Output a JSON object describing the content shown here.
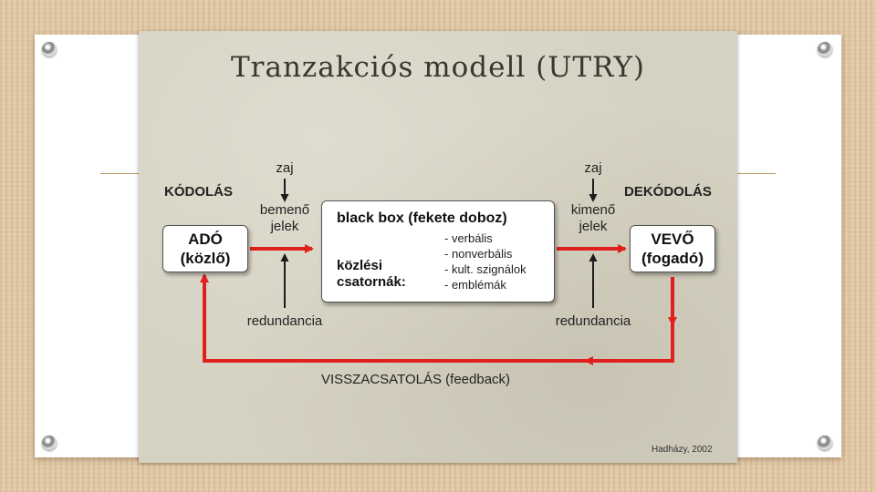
{
  "slide": {
    "title": "Tranzakciós modell (UTRY)",
    "encoding_label": "KÓDOLÁS",
    "decoding_label": "DEKÓDOLÁS",
    "sender": {
      "line1": "ADÓ",
      "line2": "(közlő)"
    },
    "receiver": {
      "line1": "VEVŐ",
      "line2": "(fogadó)"
    },
    "noise_left": "zaj",
    "noise_right": "zaj",
    "input_signals": {
      "line1": "bemenő",
      "line2": "jelek"
    },
    "output_signals": {
      "line1": "kimenő",
      "line2": "jelek"
    },
    "redundancy_left": "redundancia",
    "redundancy_right": "redundancia",
    "black_box": {
      "title": "black box (fekete doboz)",
      "channels_line1": "közlési",
      "channels_line2": "csatornák:",
      "items": [
        "- verbális",
        "- nonverbális",
        "- kult. szignálok",
        "- emblémák"
      ]
    },
    "feedback_label": "VISSZACSATOLÁS  (feedback)",
    "credit": "Hadházy, 2002"
  },
  "colors": {
    "arrow_red": "#e0201c",
    "arrow_dark": "#1c1c1c"
  }
}
